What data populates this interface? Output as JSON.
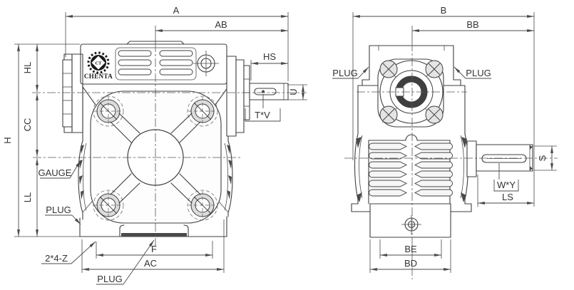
{
  "brand": {
    "name": "CHENTA",
    "monogram": "CT"
  },
  "front_view": {
    "dims": {
      "a": "A",
      "ab": "AB",
      "hs": "HS",
      "u": "U",
      "t_v": "T*V",
      "h": "H",
      "hl": "HL",
      "cc": "CC",
      "ll": "LL",
      "f": "F",
      "ac": "AC",
      "holes": "2*4-Z"
    },
    "callouts": {
      "gauge": "GAUGE",
      "plug_side": "PLUG",
      "plug_bottom": "PLUG"
    }
  },
  "side_view": {
    "dims": {
      "b": "B",
      "bb": "BB",
      "s": "S",
      "w_y": "W*Y",
      "ls": "LS",
      "be": "BE",
      "bd": "BD"
    },
    "callouts": {
      "plug_left": "PLUG",
      "plug_right": "PLUG"
    }
  },
  "colors": {
    "line": "#3f3f3f",
    "background": "#ffffff"
  }
}
